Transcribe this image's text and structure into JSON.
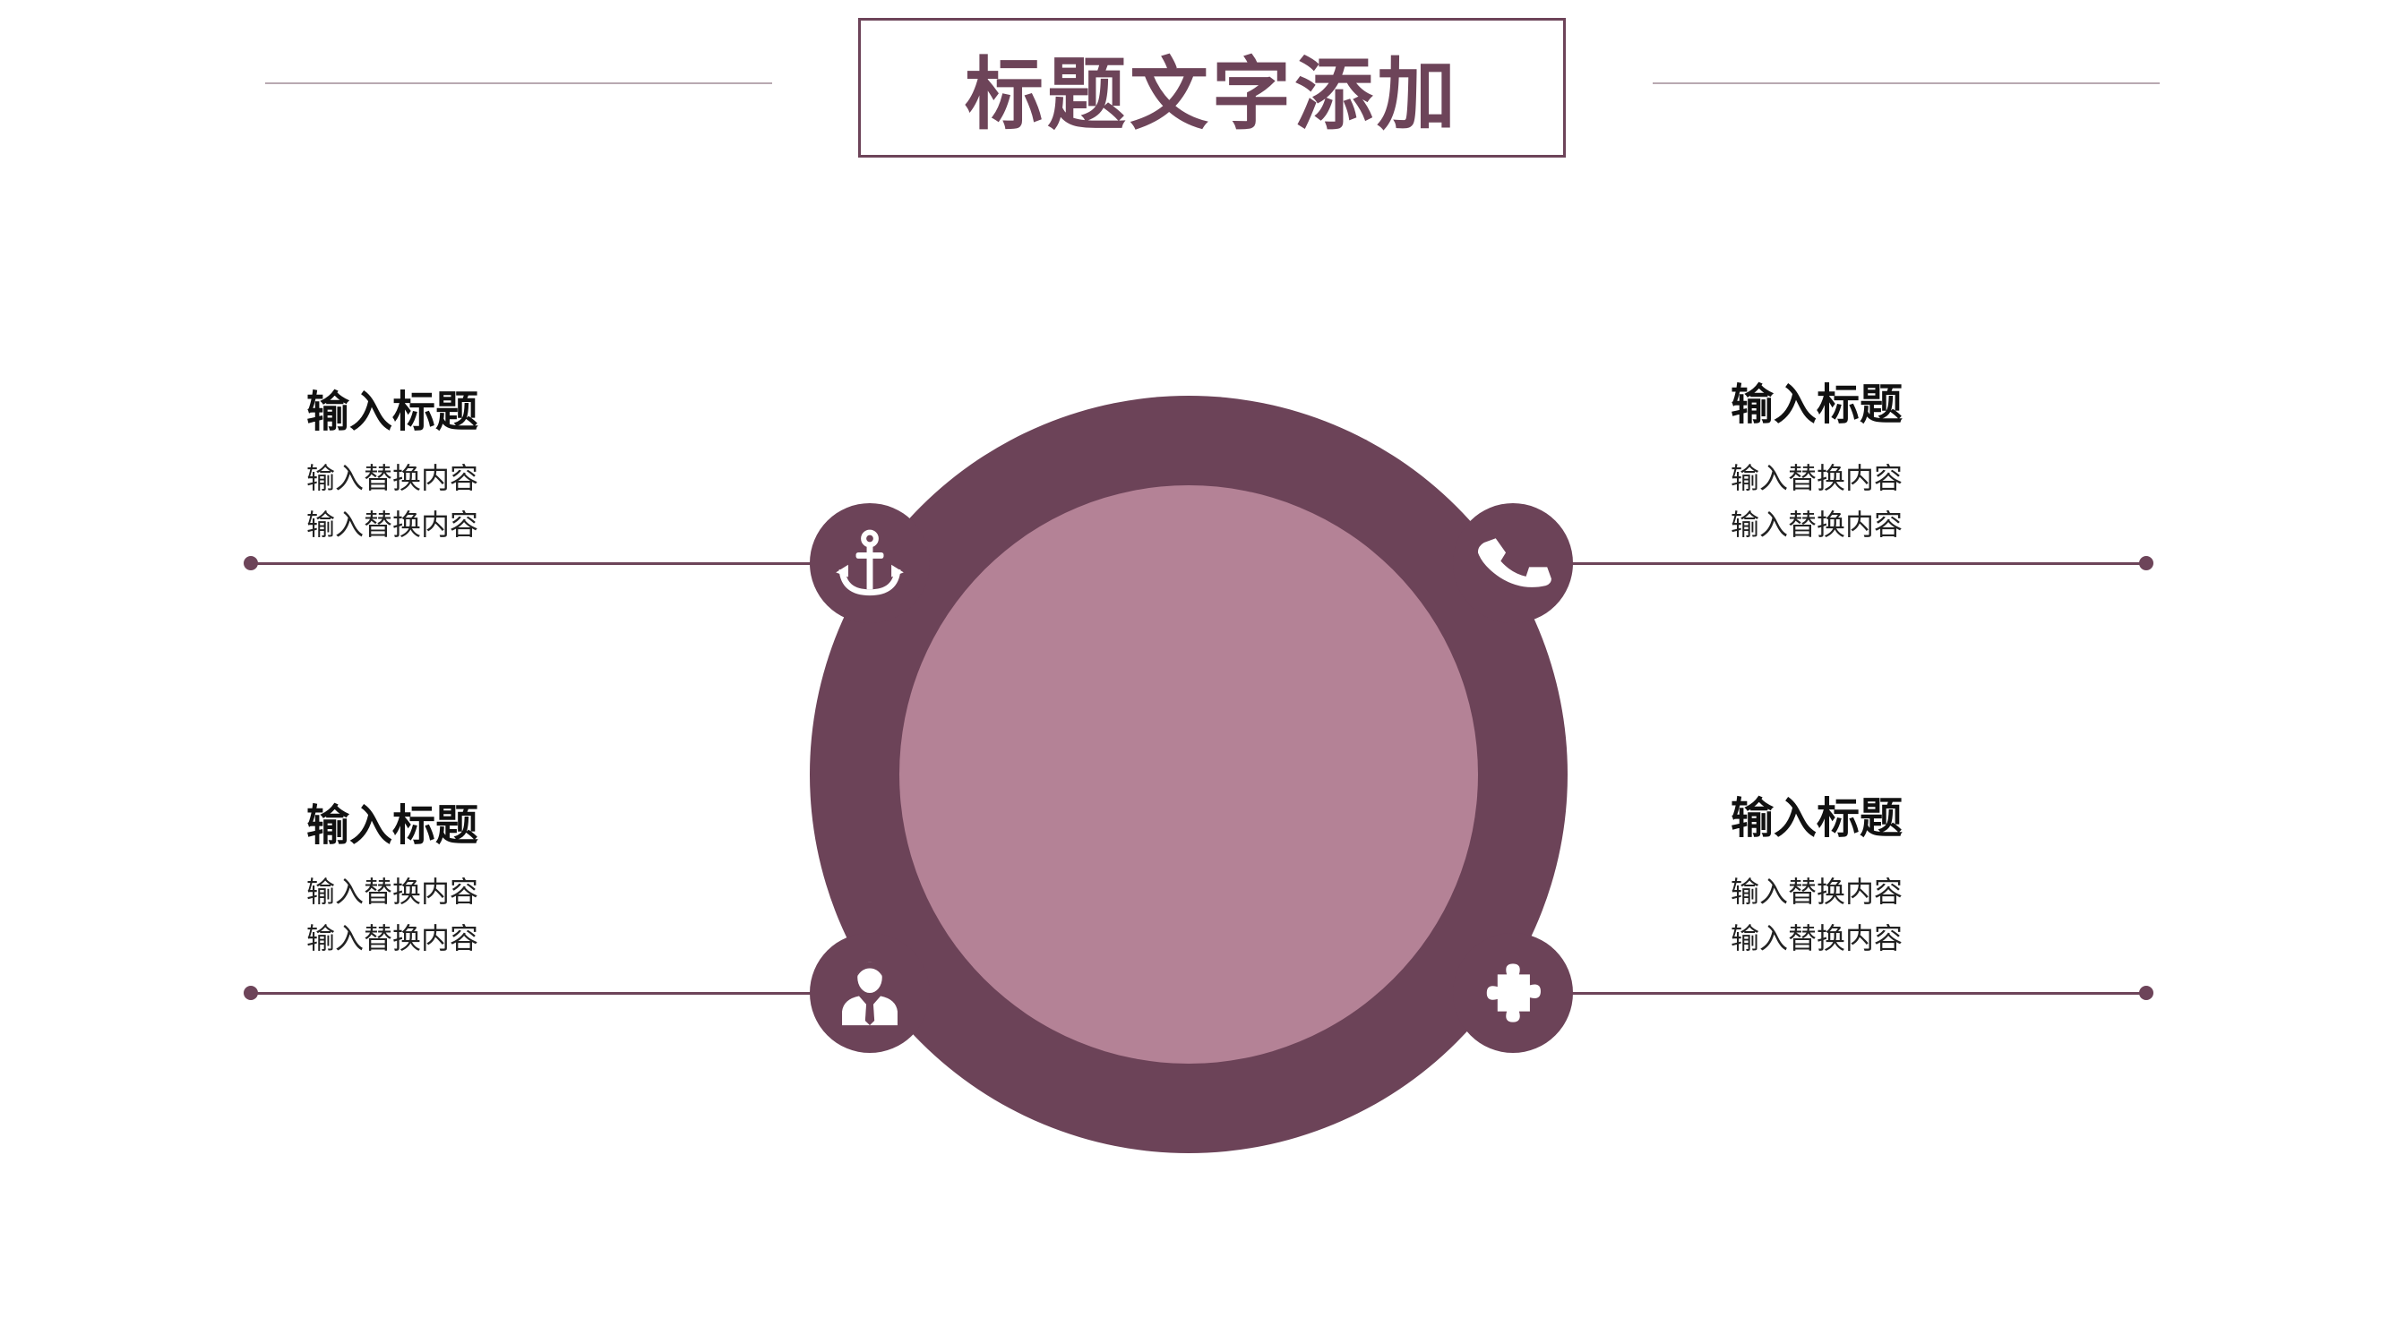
{
  "title": "标题文字添加",
  "items": [
    {
      "title": "输入标题",
      "lines": [
        "输入替换内容",
        "输入替换内容"
      ],
      "icon": "anchor-icon"
    },
    {
      "title": "输入标题",
      "lines": [
        "输入替换内容",
        "输入替换内容"
      ],
      "icon": "phone-icon"
    },
    {
      "title": "输入标题",
      "lines": [
        "输入替换内容",
        "输入替换内容"
      ],
      "icon": "person-icon"
    },
    {
      "title": "输入标题",
      "lines": [
        "输入替换内容",
        "输入替换内容"
      ],
      "icon": "puzzle-icon"
    }
  ],
  "colors": {
    "ring": "#6c4358",
    "inner": "#b48296",
    "accent": "#6d4459"
  }
}
